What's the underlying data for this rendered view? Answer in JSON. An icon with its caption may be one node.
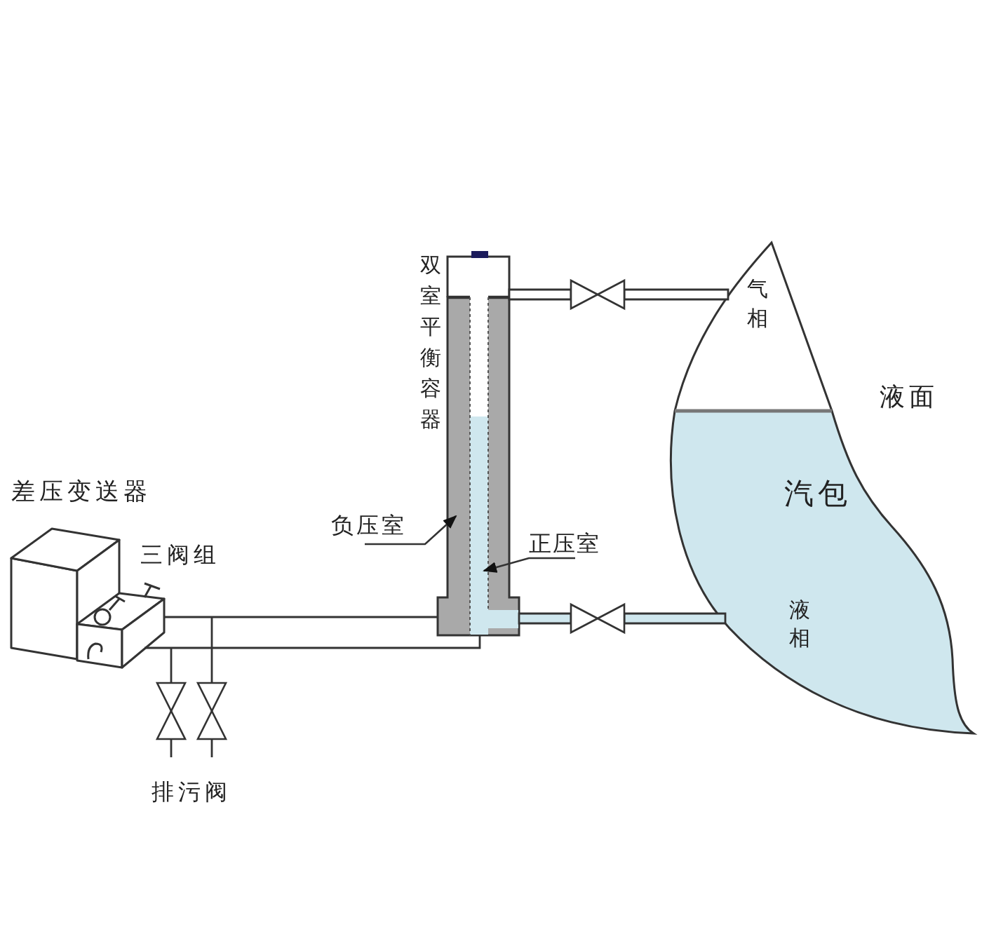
{
  "diagram": {
    "nodes": [
      {
        "text": [
          "差压变送器"
        ]
      },
      {
        "text": [
          "三阀组"
        ]
      },
      {
        "text": [
          "双室平衡容器"
        ]
      },
      {
        "text": [
          "负压室"
        ]
      },
      {
        "text": [
          "正压室"
        ]
      },
      {
        "text": [
          "汽包"
        ]
      }
    ],
    "edges": [
      {
        "from": 2,
        "to": 5,
        "arrow": "none"
      },
      {
        "from": 2,
        "to": 5,
        "arrow": "none"
      },
      {
        "from": 1,
        "to": 2,
        "arrow": "none"
      },
      {
        "from": 1,
        "to": 2,
        "arrow": "none"
      },
      {
        "from": 3,
        "to": 2,
        "arrow": "to"
      },
      {
        "from": 4,
        "to": 2,
        "arrow": "to"
      }
    ],
    "labels": [
      "气相",
      "液面",
      "液相",
      "排污阀"
    ]
  }
}
